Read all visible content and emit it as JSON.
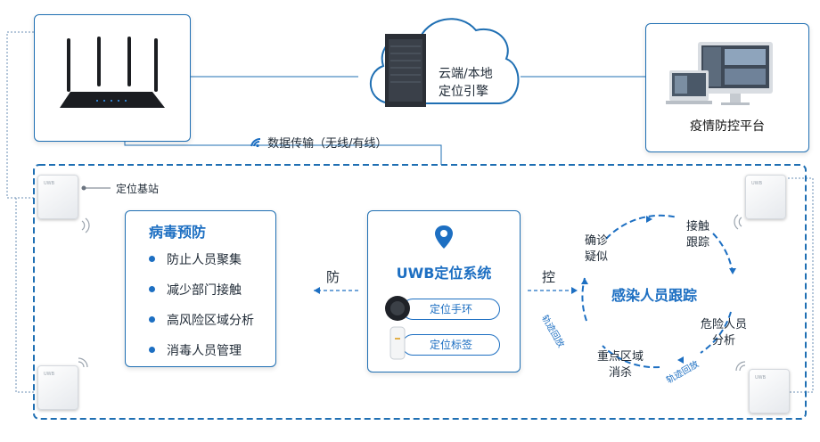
{
  "cloud": {
    "line1": "云端/本地",
    "line2": "定位引擎"
  },
  "platform": {
    "label": "疫情防控平台"
  },
  "data_transfer": {
    "label": "数据传输（无线/有线）",
    "icon": "wifi-icon"
  },
  "base_station": {
    "label": "定位基站"
  },
  "prevention": {
    "title": "病毒预防",
    "items": [
      "防止人员聚集",
      "减少部门接触",
      "高风险区域分析",
      "消毒人员管理"
    ]
  },
  "uwb": {
    "title": "UWB定位系统",
    "items": [
      "定位手环",
      "定位标签"
    ],
    "icon": "map-pin-icon"
  },
  "arrows": {
    "left": "防",
    "right": "控"
  },
  "tracking": {
    "title": "感染人员跟踪",
    "nodes": [
      "接触\n跟踪",
      "危险人员\n分析",
      "重点区域\n消杀",
      "确诊\n疑似"
    ],
    "playback_left": "轨迹回放",
    "playback_bottom": "轨迹回放"
  },
  "colors": {
    "accent": "#1d6fc2",
    "border": "#1f6fb3"
  }
}
